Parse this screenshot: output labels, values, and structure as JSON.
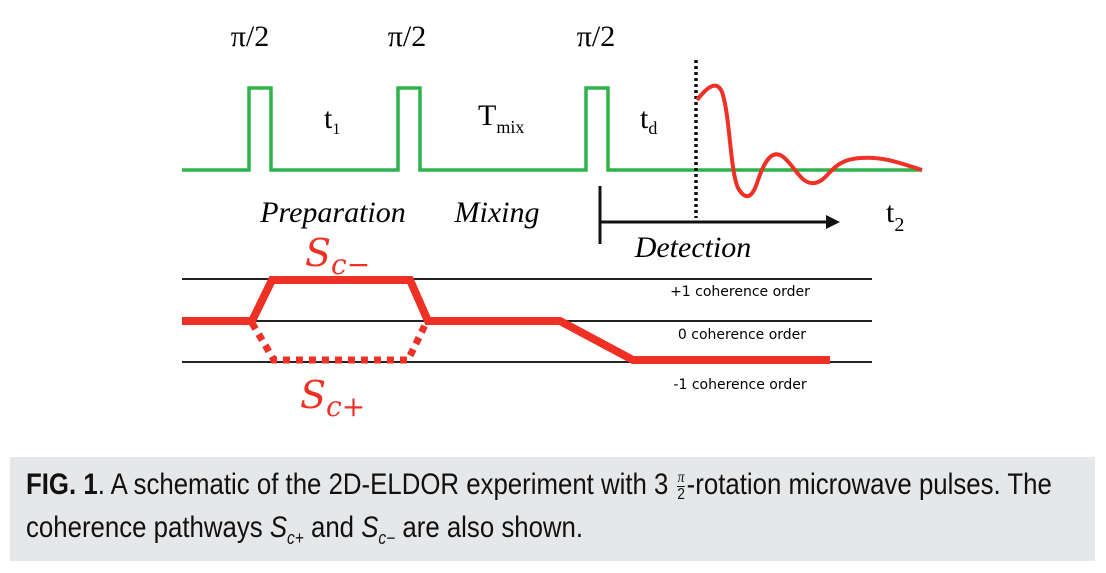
{
  "pulses": [
    {
      "label": "π/2"
    },
    {
      "label": "π/2"
    },
    {
      "label": "π/2"
    }
  ],
  "intervals": {
    "t1": {
      "main": "t",
      "sub": "1"
    },
    "tmix": {
      "main": "T",
      "sub": "mix"
    },
    "td": {
      "main": "t",
      "sub": "d"
    },
    "t2": {
      "main": "t",
      "sub": "2"
    }
  },
  "phases": {
    "preparation": "Preparation",
    "mixing": "Mixing",
    "detection": "Detection"
  },
  "pathways": {
    "sc_minus": {
      "main": "S",
      "sub": "c−"
    },
    "sc_plus": {
      "main": "S",
      "sub": "c+"
    }
  },
  "coherence_levels": [
    "+1 coherence order",
    "0 coherence order",
    "-1 coherence order"
  ],
  "caption": {
    "fig_label": "FIG. 1",
    "text_1": ". A schematic of the 2D-ELDOR experiment with 3 ",
    "frac_num": "π",
    "frac_den": "2",
    "text_2": "-rotation microwave pulses. The coherence pathways ",
    "s1": "S",
    "s1_sub": "c+",
    "text_3": " and ",
    "s2": "S",
    "s2_sub": "c−",
    "text_4": " are also shown."
  },
  "colors": {
    "pulse": "#2db34a",
    "pathway": "#ee3124",
    "caption_bg": "#e6e7e8"
  }
}
